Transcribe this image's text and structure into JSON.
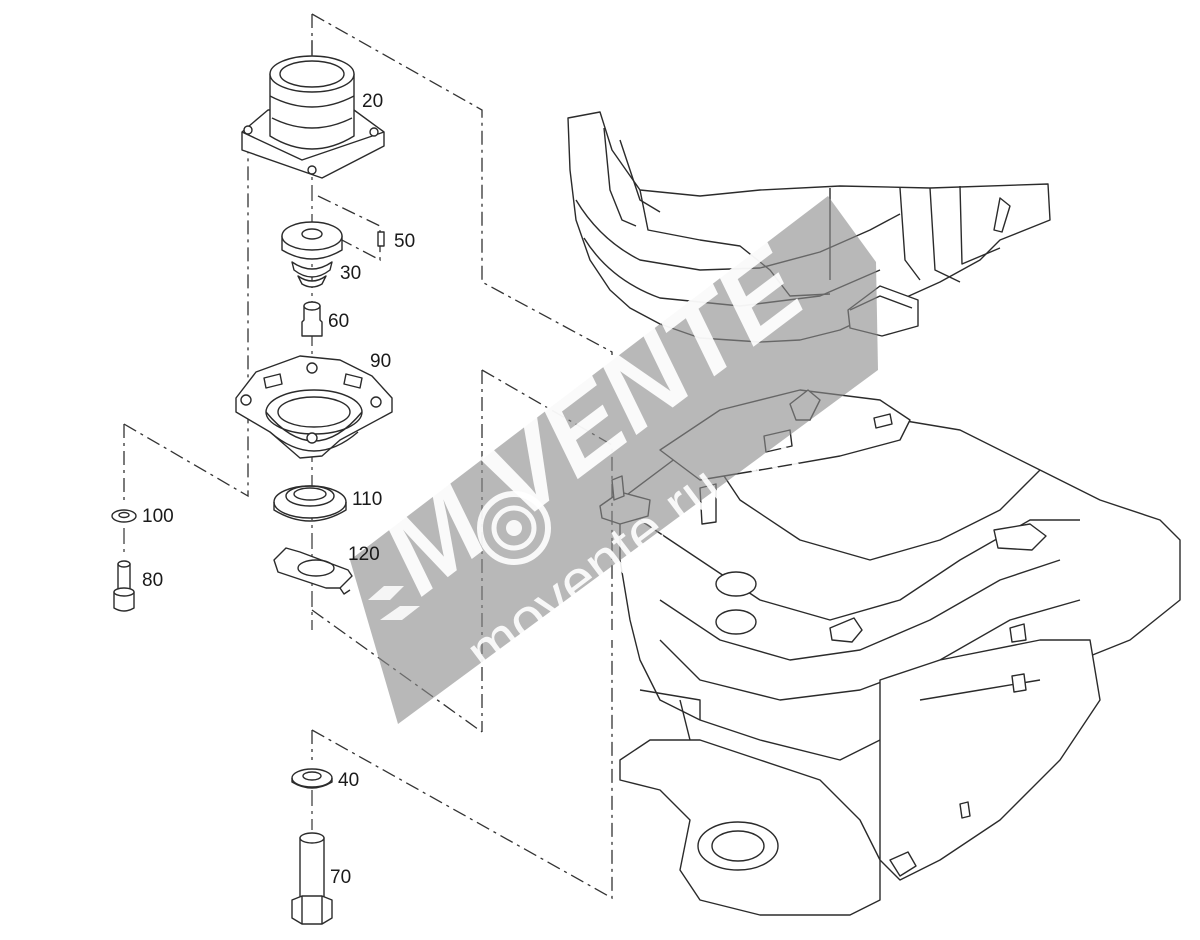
{
  "watermark": {
    "brand": "M VENTE",
    "domain": ".ru",
    "site": "movente.ru",
    "band_color": "#8c8c8c",
    "band_opacity": 0.62
  },
  "colors": {
    "line": "#2b2b2b",
    "fill": "#ffffff",
    "dash": "#333333"
  },
  "parts": [
    {
      "id": "20",
      "icon": "bearing-housing-icon"
    },
    {
      "id": "50",
      "icon": "pin-icon"
    },
    {
      "id": "30",
      "icon": "cap-icon"
    },
    {
      "id": "60",
      "icon": "bushing-icon"
    },
    {
      "id": "90",
      "icon": "mount-plate-icon"
    },
    {
      "id": "110",
      "icon": "seal-ring-icon"
    },
    {
      "id": "120",
      "icon": "lock-plate-icon"
    },
    {
      "id": "100",
      "icon": "washer-icon"
    },
    {
      "id": "80",
      "icon": "socket-screw-icon"
    },
    {
      "id": "40",
      "icon": "washer-icon"
    },
    {
      "id": "70",
      "icon": "hex-bolt-icon"
    }
  ]
}
